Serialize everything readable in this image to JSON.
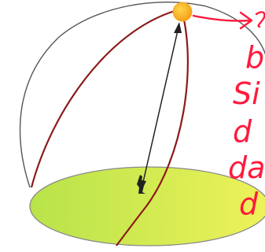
{
  "colors": {
    "background": "#ffffff",
    "celestial_sphere_outline": "#555555",
    "horizon_fill_left": "#b8e34a",
    "horizon_fill_right": "#eef25a",
    "sun_path": "#8b1a1a",
    "sun_fill": "#f6a21a",
    "sun_highlight": "#ffd54a",
    "sightline": "#222222",
    "annotation_ink": "#ff1a3c"
  },
  "icons": {
    "sun": "sun-icon",
    "observer": "observer-figure-icon"
  },
  "annotation": {
    "arrow": "arrow-right",
    "lines": [
      {
        "text": ""
      },
      {
        "text": "b"
      },
      {
        "text": "Si"
      },
      {
        "text": "d"
      },
      {
        "text": "da"
      },
      {
        "text": "d"
      }
    ]
  }
}
